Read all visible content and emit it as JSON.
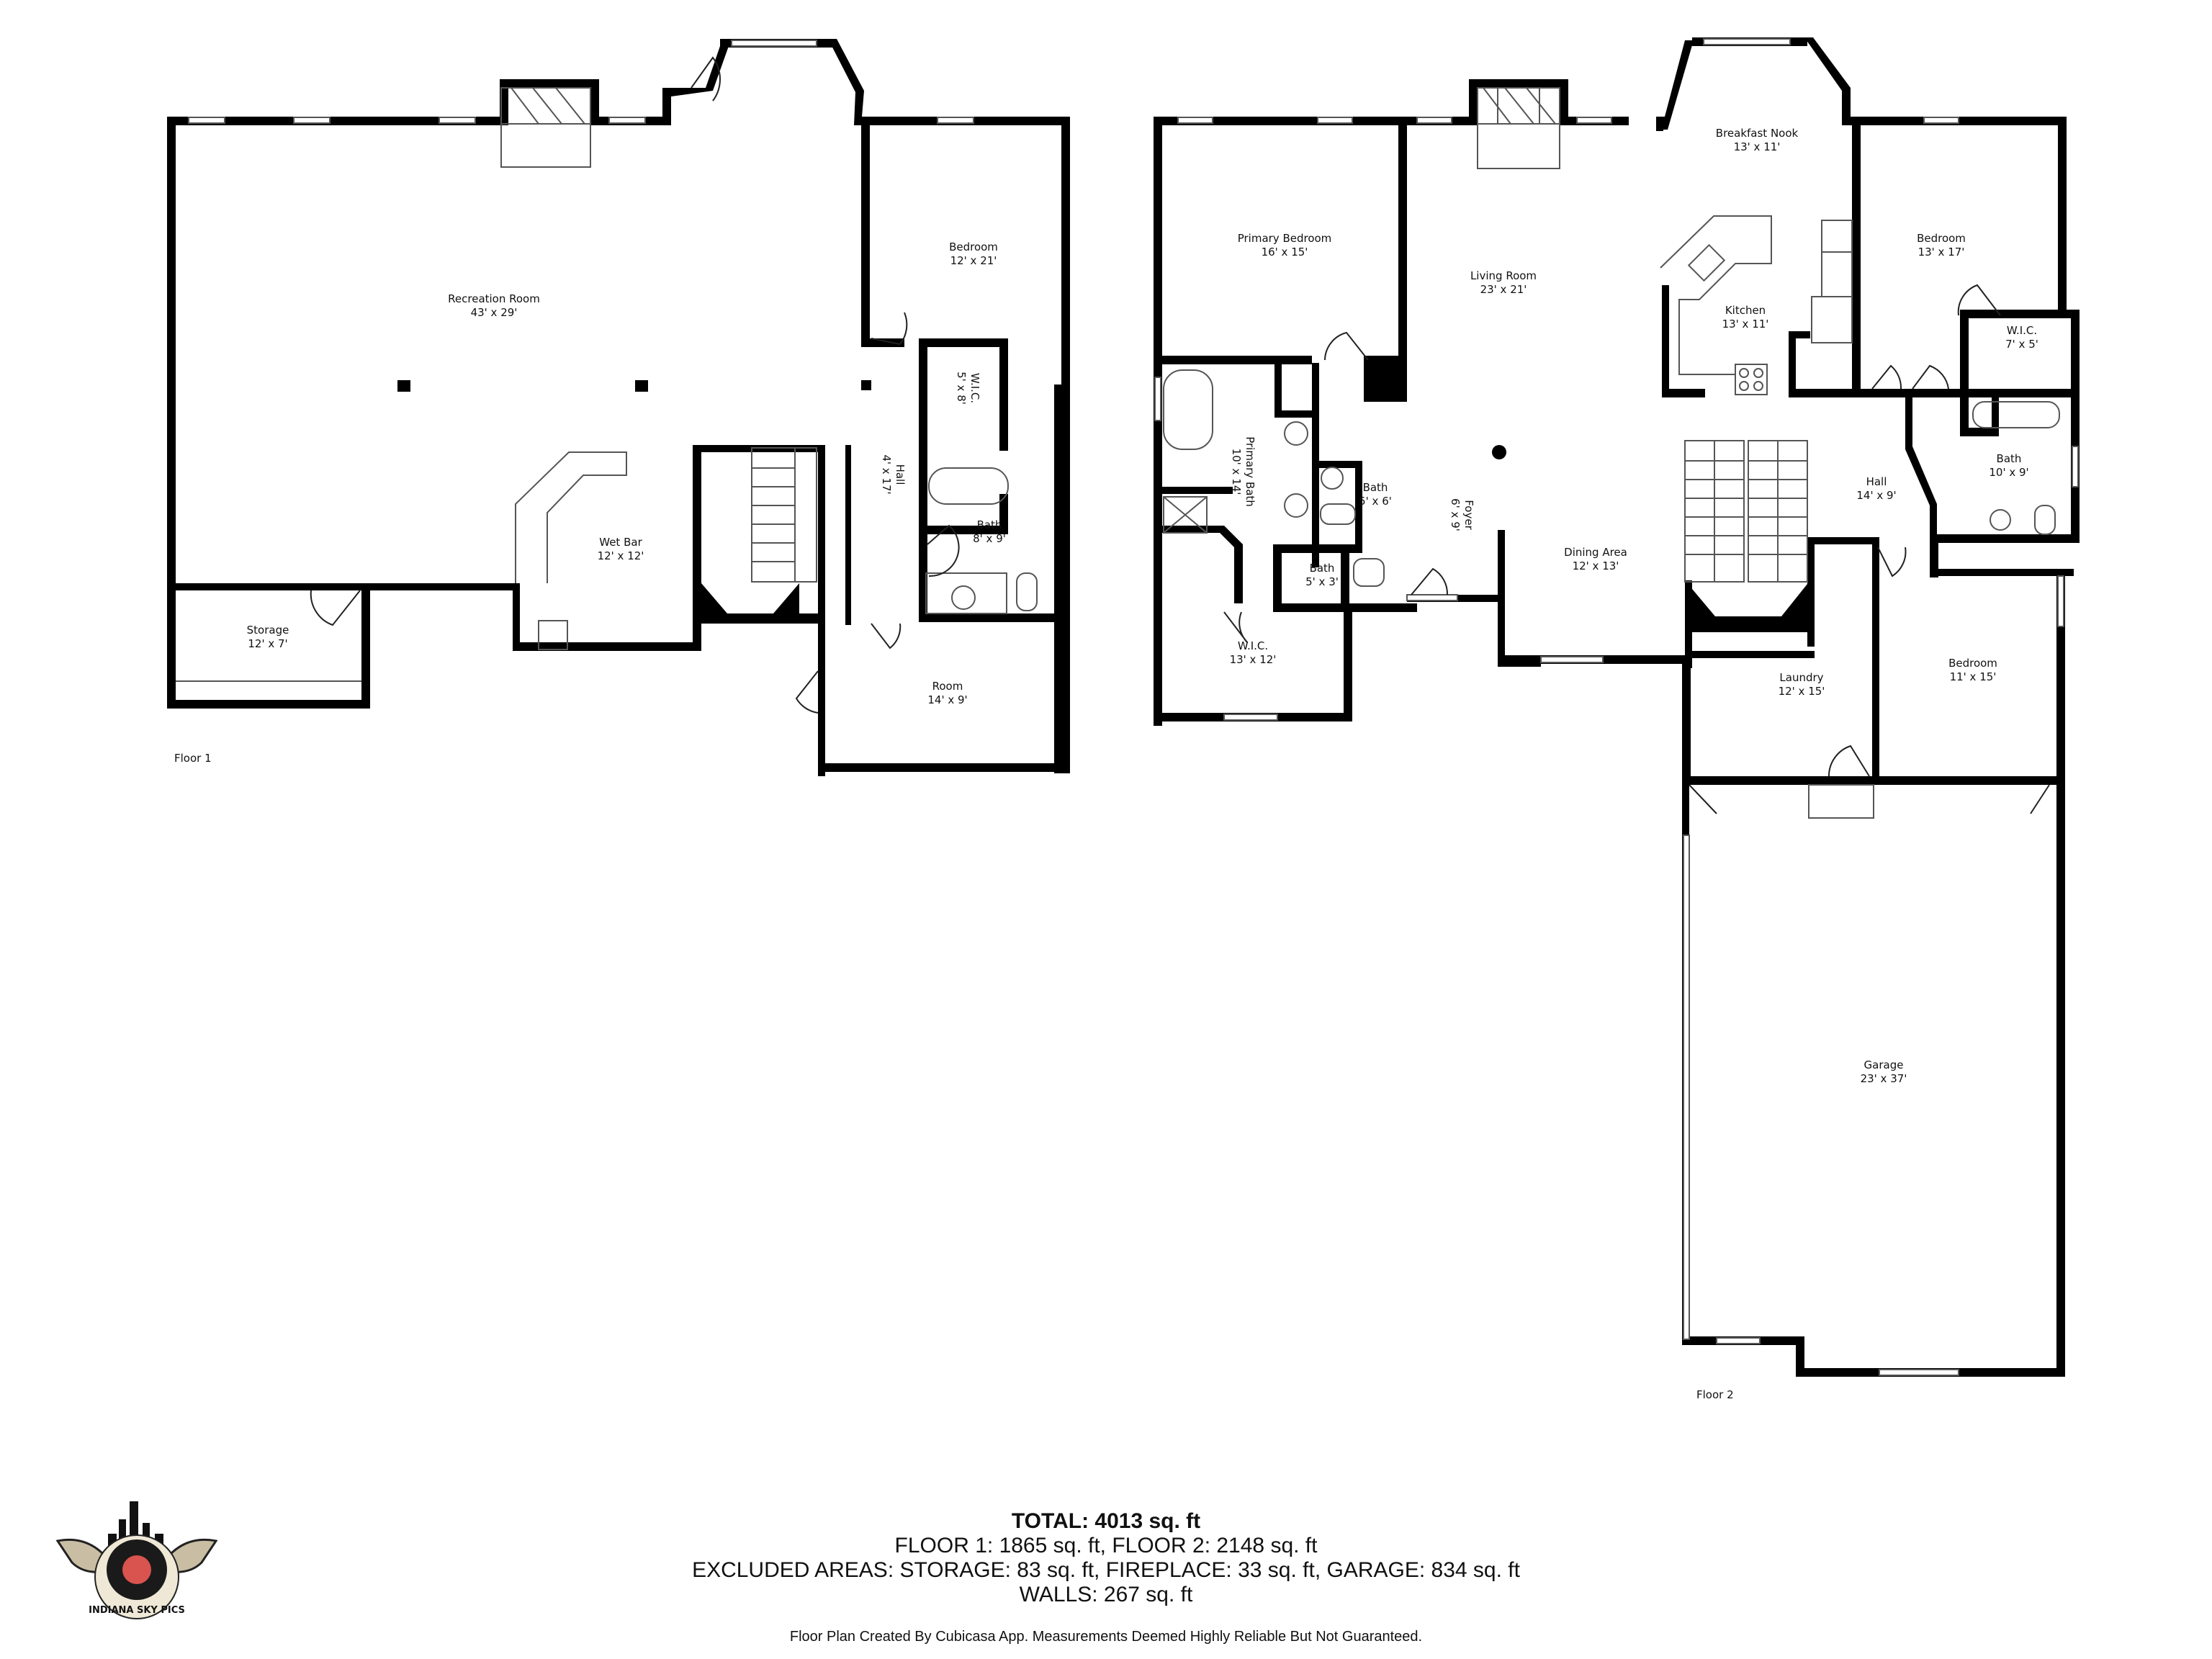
{
  "floors": [
    {
      "label": "Floor 1",
      "rooms": [
        {
          "name": "Recreation Room",
          "size": "43' x 29'"
        },
        {
          "name": "Bedroom",
          "size": "12' x 21'"
        },
        {
          "name": "W.I.C.",
          "size": "5' x 8'"
        },
        {
          "name": "Hall",
          "size": "4' x 17'"
        },
        {
          "name": "Bath",
          "size": "8' x 9'"
        },
        {
          "name": "Wet Bar",
          "size": "12' x 12'"
        },
        {
          "name": "Storage",
          "size": "12' x 7'"
        },
        {
          "name": "Room",
          "size": "14' x 9'"
        }
      ]
    },
    {
      "label": "Floor 2",
      "rooms": [
        {
          "name": "Primary Bedroom",
          "size": "16' x 15'"
        },
        {
          "name": "Living Room",
          "size": "23' x 21'"
        },
        {
          "name": "Breakfast Nook",
          "size": "13' x 11'"
        },
        {
          "name": "Kitchen",
          "size": "13' x 11'"
        },
        {
          "name": "Bedroom",
          "size": "13' x 17'"
        },
        {
          "name": "W.I.C.",
          "size": "7' x 5'"
        },
        {
          "name": "Primary Bath",
          "size": "10' x 14'"
        },
        {
          "name": "Bath",
          "size": "5' x 6'"
        },
        {
          "name": "Foyer",
          "size": "6' x 9'"
        },
        {
          "name": "Bath",
          "size": "5' x 3'"
        },
        {
          "name": "W.I.C.",
          "size": "13' x 12'"
        },
        {
          "name": "Dining Area",
          "size": "12' x 13'"
        },
        {
          "name": "Hall",
          "size": "14' x 9'"
        },
        {
          "name": "Bath",
          "size": "10' x 9'"
        },
        {
          "name": "Laundry",
          "size": "12' x 15'"
        },
        {
          "name": "Bedroom",
          "size": "11' x 15'"
        },
        {
          "name": "Garage",
          "size": "23' x 37'"
        }
      ]
    }
  ],
  "summary": {
    "total": "TOTAL: 4013 sq. ft",
    "floors_line": "FLOOR 1: 1865 sq. ft, FLOOR 2: 2148 sq. ft",
    "excluded_line": "EXCLUDED AREAS: STORAGE: 83 sq. ft, FIREPLACE: 33 sq. ft, GARAGE: 834 sq. ft",
    "walls_line": "WALLS: 267 sq. ft",
    "disclaimer": "Floor Plan Created By Cubicasa App. Measurements Deemed Highly Reliable But Not Guaranteed."
  },
  "logo": {
    "text": "INDIANA SKY PICS",
    "accent_color": "#d9534f"
  }
}
